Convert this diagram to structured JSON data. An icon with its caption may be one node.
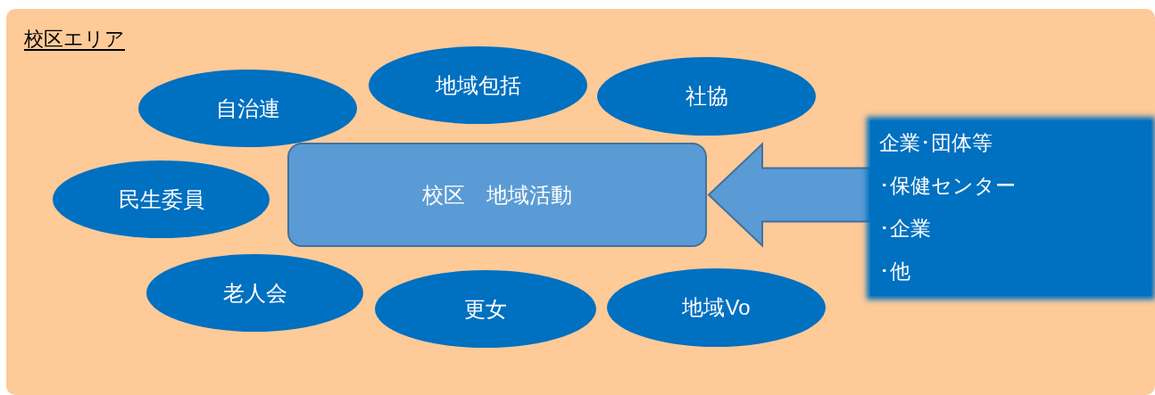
{
  "diagram": {
    "nodes": [
      {
        "text": [
          "校区エリア"
        ]
      },
      {
        "text": [
          "自治連"
        ],
        "in": 0
      },
      {
        "text": [
          "地域包括"
        ],
        "in": 0
      },
      {
        "text": [
          "社協"
        ],
        "in": 0
      },
      {
        "text": [
          "民生委員"
        ],
        "in": 0
      },
      {
        "text": [
          "校区　地域活動"
        ],
        "in": 0
      },
      {
        "text": [
          "企業･団体等",
          "･保健センター",
          "･企業",
          "･他"
        ],
        "in": 0
      },
      {
        "text": [
          "老人会"
        ],
        "in": 0
      },
      {
        "text": [
          "更女"
        ],
        "in": 0
      },
      {
        "text": [
          "地域Vo"
        ],
        "in": 0
      }
    ],
    "edges": [
      {
        "from": 6,
        "to": 5,
        "arrow": "to",
        "style": "thick"
      }
    ]
  }
}
